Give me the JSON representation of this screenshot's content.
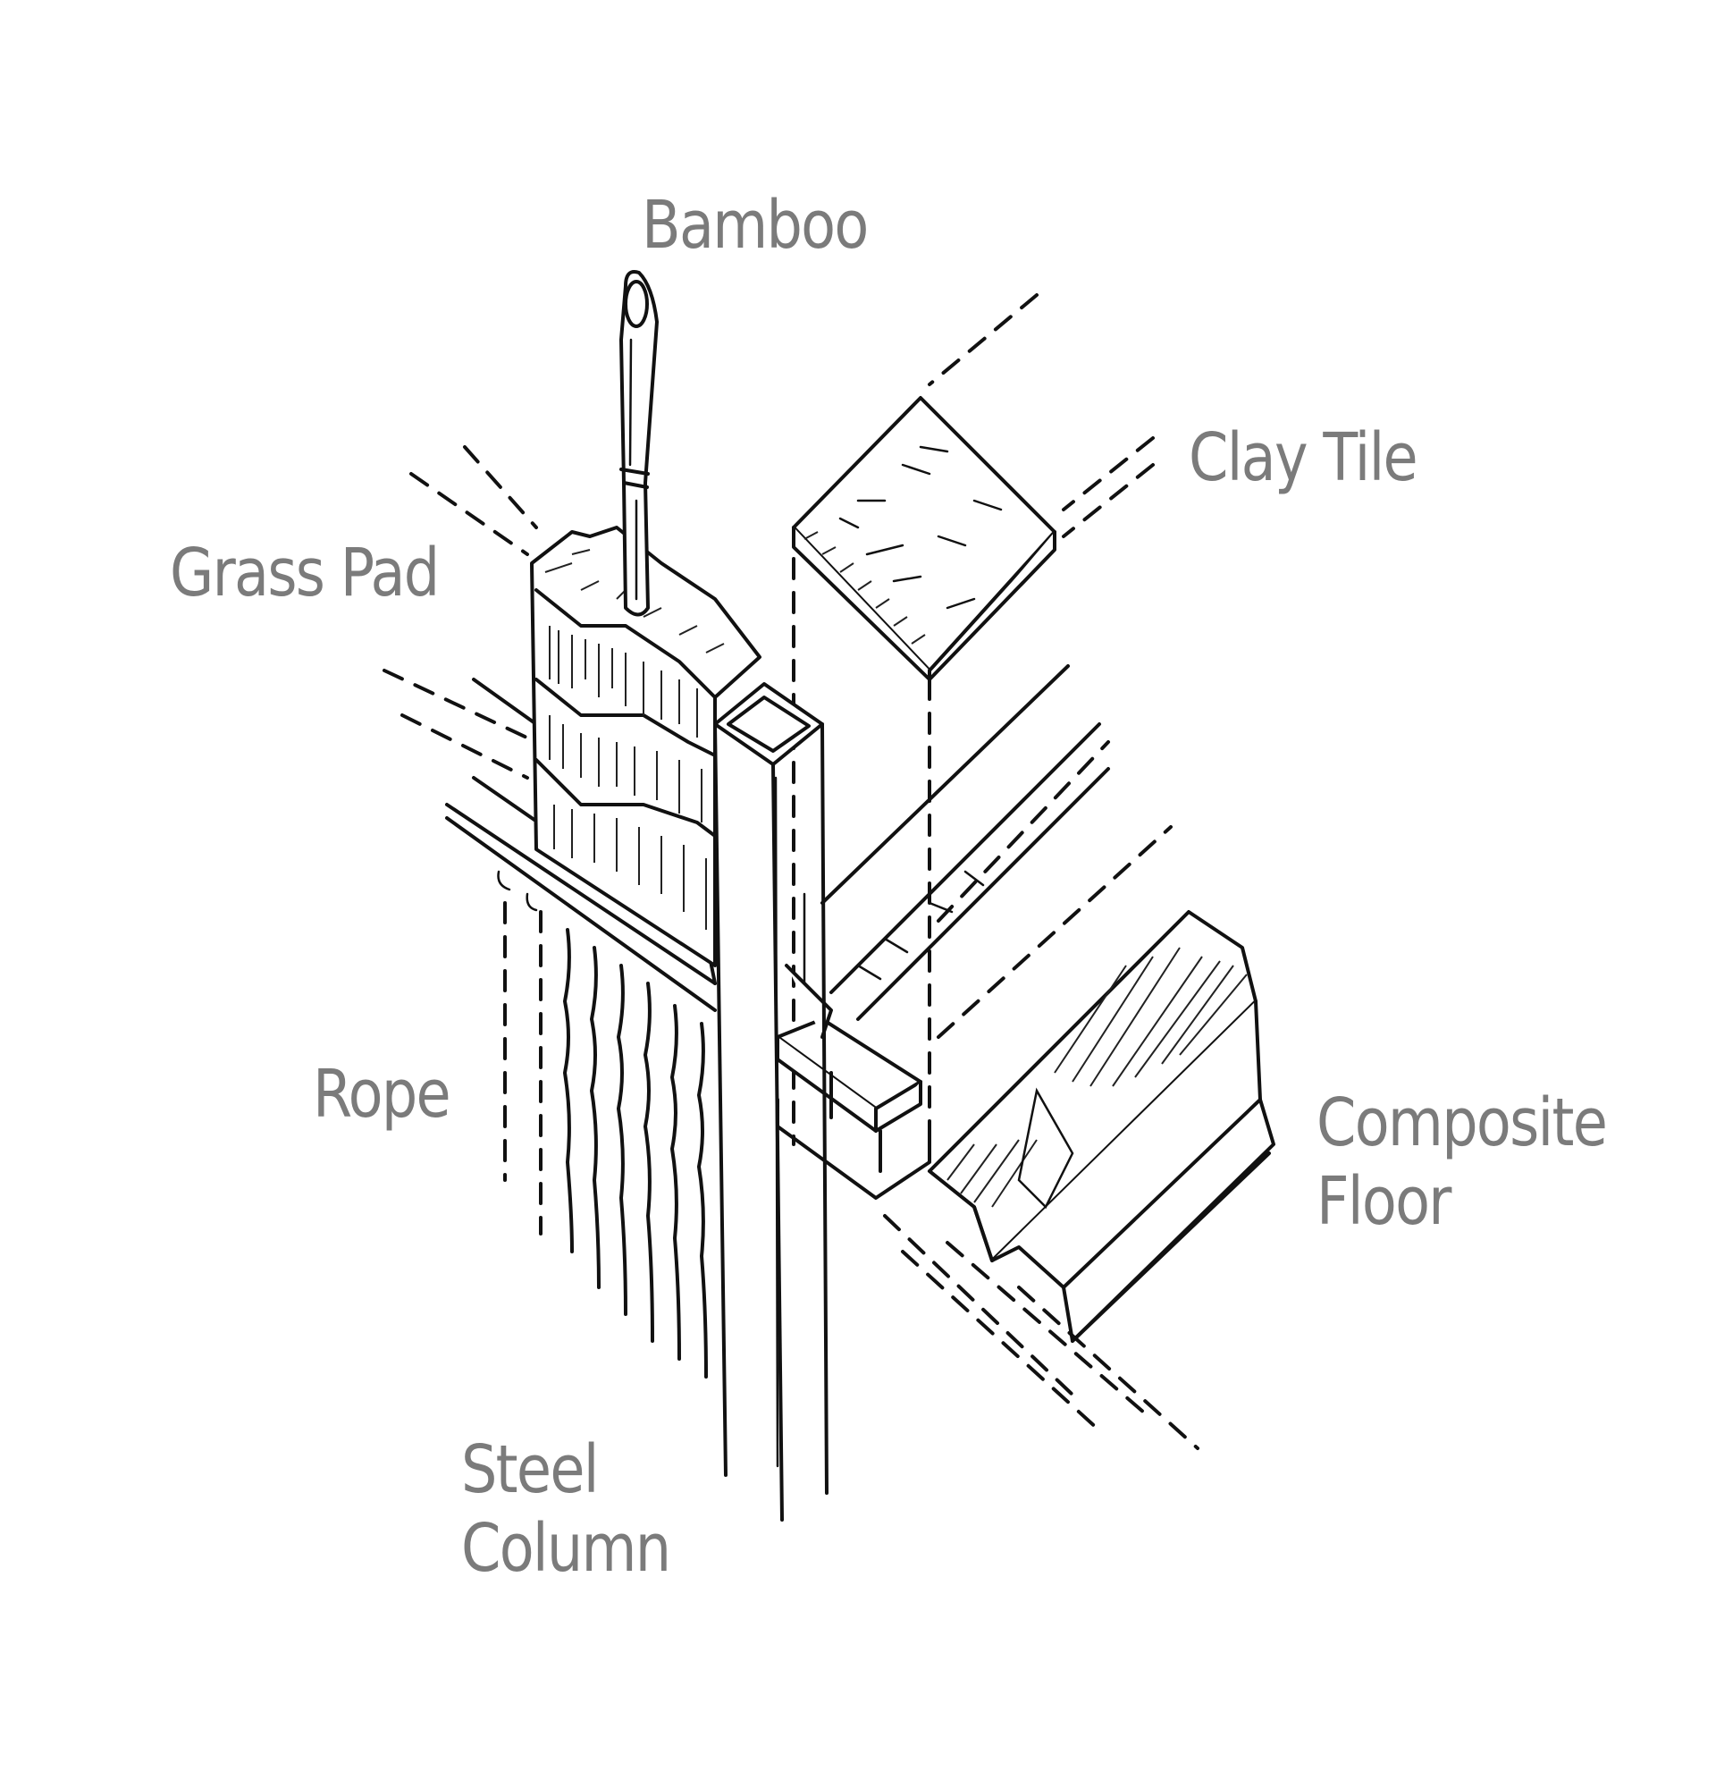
{
  "labels": {
    "bamboo": "Bamboo",
    "clay_tile": "Clay Tile",
    "grass_pad": "Grass Pad",
    "rope": "Rope",
    "composite_floor": [
      "Composite",
      "Floor"
    ],
    "steel_column": [
      "Steel",
      "Column"
    ]
  },
  "colors": {
    "label": "#7b7b7b",
    "ink": "#111111",
    "background": "#ffffff"
  }
}
